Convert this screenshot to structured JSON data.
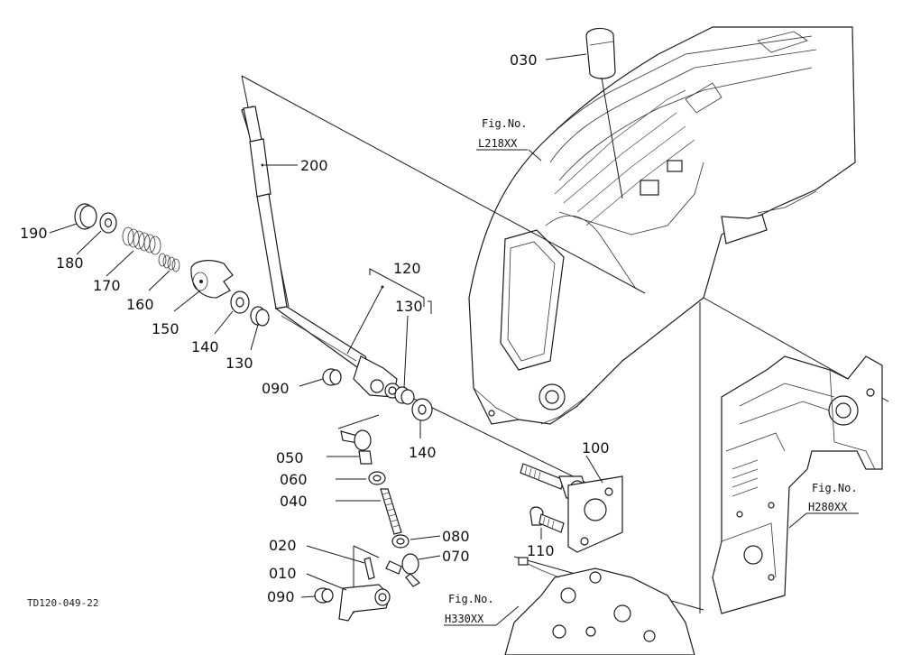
{
  "drawing_code": "TD120-049-22",
  "callouts": {
    "p030": "030",
    "p200": "200",
    "p190": "190",
    "p180": "180",
    "p170": "170",
    "p160": "160",
    "p150": "150",
    "p140a": "140",
    "p130a": "130",
    "p120": "120",
    "p130b": "130",
    "p090a": "090",
    "p140b": "140",
    "p050": "050",
    "p060": "060",
    "p040": "040",
    "p080": "080",
    "p070": "070",
    "p020": "020",
    "p010": "010",
    "p090b": "090",
    "p100": "100",
    "p110": "110"
  },
  "references": {
    "fender": {
      "line1": "Fig.No.",
      "line2": "L218XX"
    },
    "frame": {
      "line1": "Fig.No.",
      "line2": "H280XX"
    },
    "valve": {
      "line1": "Fig.No.",
      "line2": "H330XX"
    }
  },
  "colors": {
    "ink": "#1a1a1a",
    "paper": "#ffffff"
  }
}
